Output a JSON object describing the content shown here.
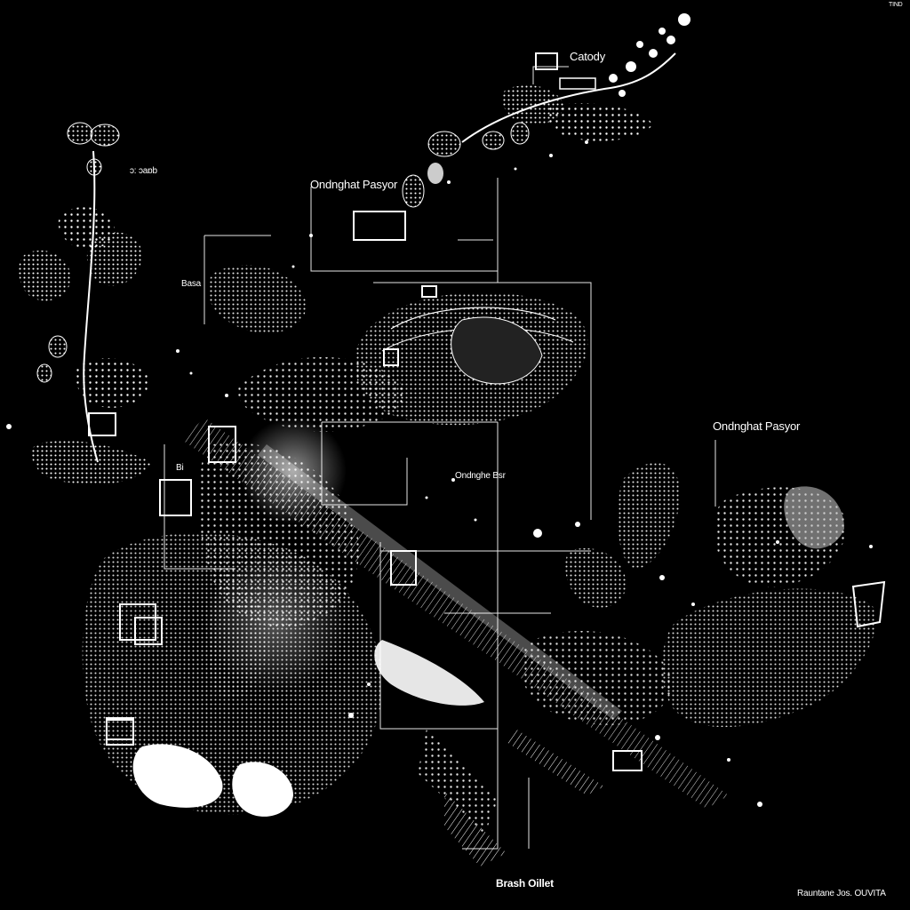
{
  "labels": {
    "top_right_caption": "Catody",
    "upper_left_caption": "ɔ: ɔaɒb",
    "header_center": "Ondnghat Pasyor",
    "mid_left_tag": "Basa",
    "center_callout": "Ondnghe Bsr",
    "side_caption": "Ondnghat Pasyor",
    "inner_tag": "Bi",
    "bottom_title": "Brash Oillet",
    "footer_credit": "Rauntane Jos. OUVITA",
    "corner_tag": "TIND"
  },
  "colors": {
    "background": "#000000",
    "ink": "#ffffff",
    "haze": "#9a9a9a"
  }
}
